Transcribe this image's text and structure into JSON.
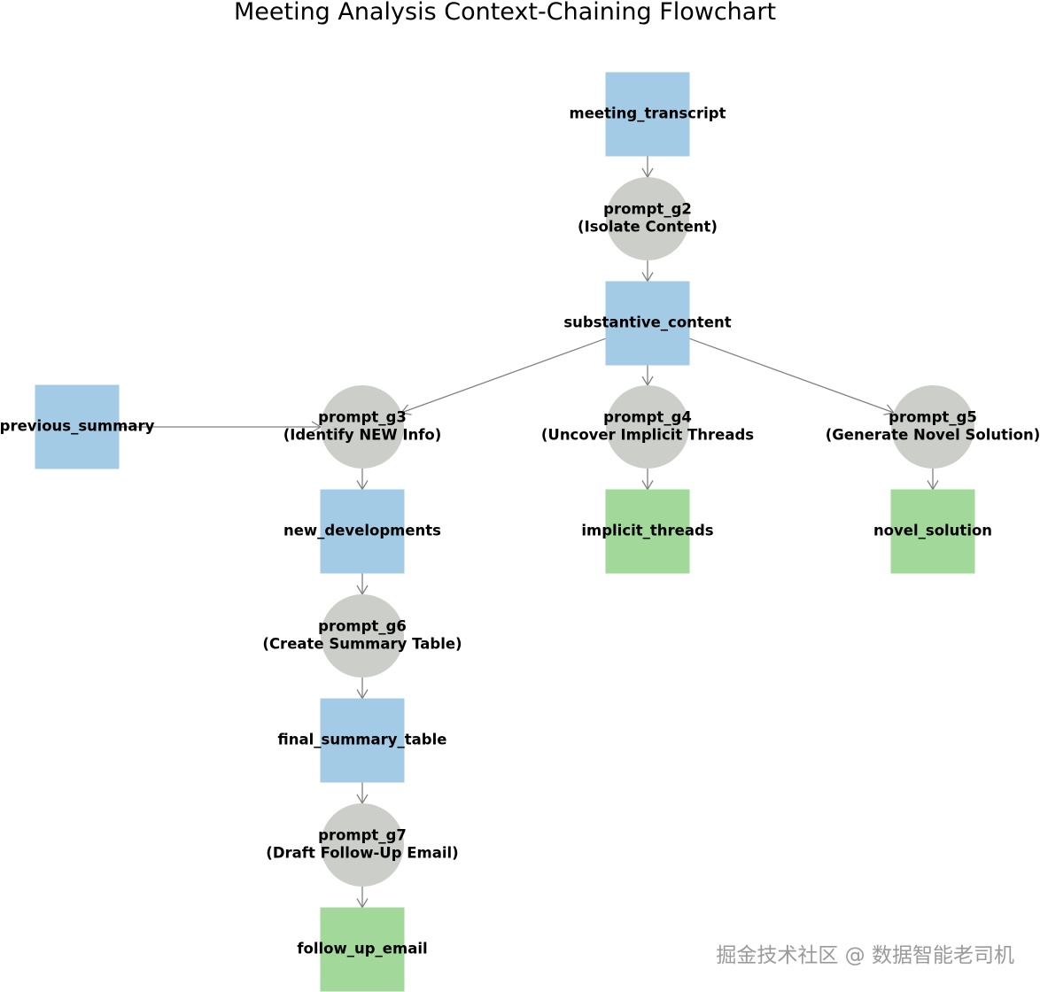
{
  "title": "Meeting Analysis Context-Chaining Flowchart",
  "watermark": "掘金技术社区 @ 数据智能老司机",
  "colors": {
    "data_node": "#a3cbe5",
    "output_node": "#a2d99a",
    "prompt_node": "#cccfc9",
    "edge": "#808080"
  },
  "nodes": [
    {
      "id": "meeting_transcript",
      "shape": "square",
      "kind": "data",
      "lines": [
        "meeting_transcript"
      ]
    },
    {
      "id": "prompt_g2",
      "shape": "circle",
      "kind": "prompt",
      "lines": [
        "prompt_g2",
        "(Isolate Content)"
      ]
    },
    {
      "id": "substantive_content",
      "shape": "square",
      "kind": "data",
      "lines": [
        "substantive_content"
      ]
    },
    {
      "id": "previous_summary",
      "shape": "square",
      "kind": "data",
      "lines": [
        "previous_summary"
      ]
    },
    {
      "id": "prompt_g3",
      "shape": "circle",
      "kind": "prompt",
      "lines": [
        "prompt_g3",
        "(Identify NEW Info)"
      ]
    },
    {
      "id": "prompt_g4",
      "shape": "circle",
      "kind": "prompt",
      "lines": [
        "prompt_g4",
        "(Uncover Implicit Threads"
      ]
    },
    {
      "id": "prompt_g5",
      "shape": "circle",
      "kind": "prompt",
      "lines": [
        "prompt_g5",
        "(Generate Novel Solution)"
      ]
    },
    {
      "id": "new_developments",
      "shape": "square",
      "kind": "data",
      "lines": [
        "new_developments"
      ]
    },
    {
      "id": "implicit_threads",
      "shape": "square",
      "kind": "output",
      "lines": [
        "implicit_threads"
      ]
    },
    {
      "id": "novel_solution",
      "shape": "square",
      "kind": "output",
      "lines": [
        "novel_solution"
      ]
    },
    {
      "id": "prompt_g6",
      "shape": "circle",
      "kind": "prompt",
      "lines": [
        "prompt_g6",
        "(Create Summary Table)"
      ]
    },
    {
      "id": "final_summary_table",
      "shape": "square",
      "kind": "data",
      "lines": [
        "final_summary_table"
      ]
    },
    {
      "id": "prompt_g7",
      "shape": "circle",
      "kind": "prompt",
      "lines": [
        "prompt_g7",
        "(Draft Follow-Up Email)"
      ]
    },
    {
      "id": "follow_up_email",
      "shape": "square",
      "kind": "output",
      "lines": [
        "follow_up_email"
      ]
    }
  ],
  "edges": [
    {
      "from": "meeting_transcript",
      "to": "prompt_g2"
    },
    {
      "from": "prompt_g2",
      "to": "substantive_content"
    },
    {
      "from": "substantive_content",
      "to": "prompt_g3"
    },
    {
      "from": "substantive_content",
      "to": "prompt_g4"
    },
    {
      "from": "substantive_content",
      "to": "prompt_g5"
    },
    {
      "from": "previous_summary",
      "to": "prompt_g3"
    },
    {
      "from": "prompt_g3",
      "to": "new_developments"
    },
    {
      "from": "prompt_g4",
      "to": "implicit_threads"
    },
    {
      "from": "prompt_g5",
      "to": "novel_solution"
    },
    {
      "from": "new_developments",
      "to": "prompt_g6"
    },
    {
      "from": "prompt_g6",
      "to": "final_summary_table"
    },
    {
      "from": "final_summary_table",
      "to": "prompt_g7"
    },
    {
      "from": "prompt_g7",
      "to": "follow_up_email"
    }
  ]
}
